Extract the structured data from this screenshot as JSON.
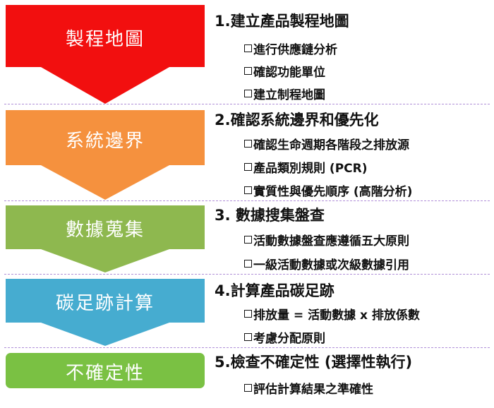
{
  "colors": {
    "step1": "#f20f0f",
    "step2": "#f5913e",
    "step3": "#8eb84f",
    "step4": "#46acd0",
    "step5": "#7ac143",
    "divider": "#b08fd8"
  },
  "steps": [
    {
      "label": "製程地圖",
      "title": "1.建立產品製程地圖",
      "bullets": [
        "進行供應鏈分析",
        "確認功能單位",
        "建立制程地圖"
      ]
    },
    {
      "label": "系統邊界",
      "title": "2.確認系統邊界和優先化",
      "bullets": [
        "確認生命週期各階段之排放源",
        "產品類別規則 (PCR)",
        "實質性與優先順序 (高階分析)"
      ]
    },
    {
      "label": "數據蒐集",
      "title": "3. 數據搜集盤查",
      "bullets": [
        "活動數據盤查應遵循五大原則",
        "一級活動數據或次級數據引用"
      ]
    },
    {
      "label": "碳足跡計算",
      "title": "4.計算產品碳足跡",
      "bullets": [
        "排放量 = 活動數據 x 排放係數",
        "考慮分配原則"
      ]
    },
    {
      "label": "不確定性",
      "title": "5.檢查不確定性 (選擇性執行)",
      "bullets": [
        "評估計算結果之準確性"
      ]
    }
  ]
}
